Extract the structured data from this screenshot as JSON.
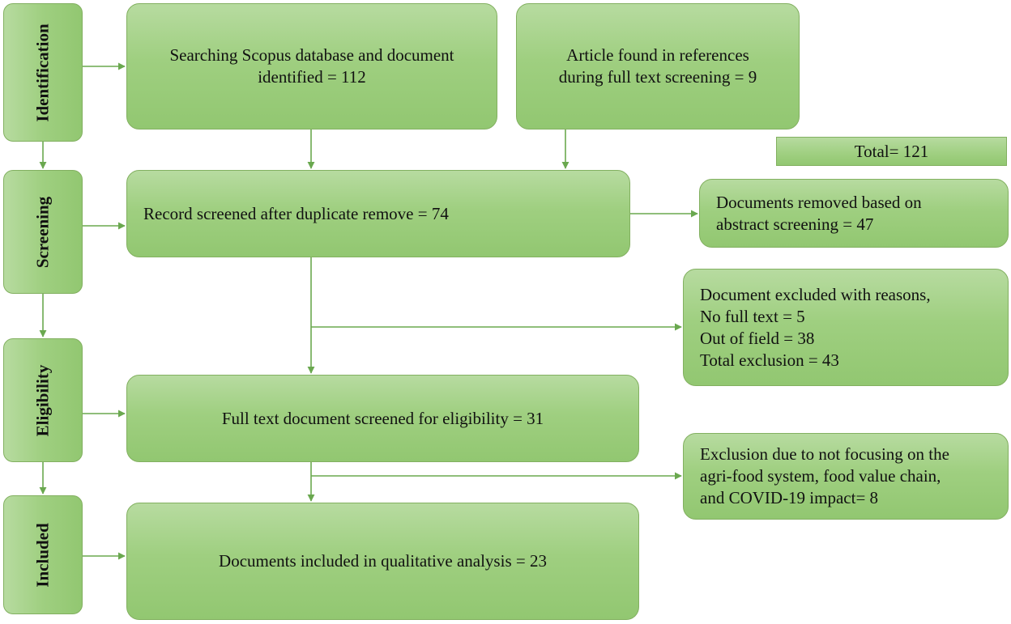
{
  "stages": {
    "identification": "Identification",
    "screening": "Screening",
    "eligibility": "Eligibility",
    "included": "Included"
  },
  "boxes": {
    "scopus": [
      "Searching Scopus database and document",
      "identified = 112"
    ],
    "references": [
      "Article found in references",
      "during full text screening = 9"
    ],
    "total": "Total= 121",
    "record_screened": "Record screened after duplicate remove = 74",
    "abstract_removed": [
      "Documents removed based on",
      "abstract screening = 47"
    ],
    "excluded_reasons": [
      "Document excluded with reasons,",
      "No full text = 5",
      "Out of field = 38",
      "Total exclusion = 43"
    ],
    "full_text": "Full text document screened for eligibility = 31",
    "exclusion_focus": [
      "Exclusion due to not focusing on the",
      "agri-food system, food value chain,",
      "and COVID-19 impact= 8"
    ],
    "included_docs": "Documents included in qualitative analysis = 23"
  },
  "colors": {
    "box_fill_light": "#b7dba0",
    "box_fill_dark": "#92c771",
    "border": "#82b060",
    "arrow": "#6aa84f"
  }
}
